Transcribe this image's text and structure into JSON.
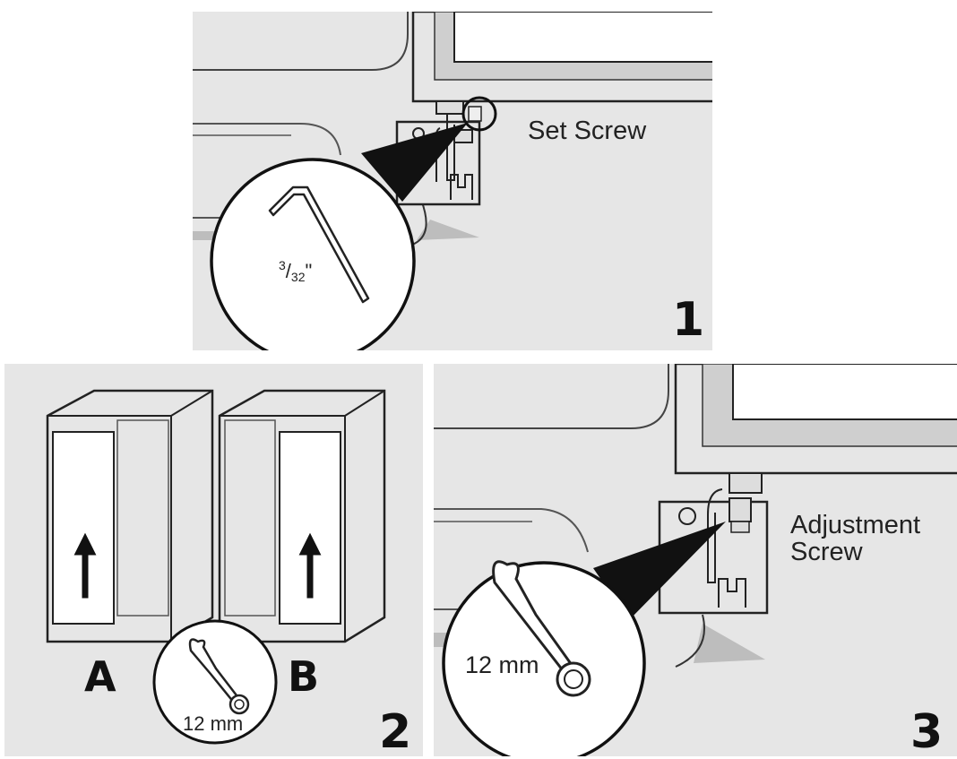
{
  "steps": [
    {
      "number": "1",
      "callout": "Set Screw",
      "tool": "hex-key",
      "size": {
        "numerator": "3",
        "slash": "/",
        "denominator": "32",
        "unit": "\""
      }
    },
    {
      "number": "2",
      "variants": [
        "A",
        "B"
      ],
      "tool": "wrench",
      "size": "12 mm"
    },
    {
      "number": "3",
      "callout_lines": [
        "Adjustment",
        "Screw"
      ],
      "tool": "wrench",
      "size": "12 mm"
    }
  ],
  "colors": {
    "panel_bg": "#e6e6e6",
    "line": "#222222",
    "fill_white": "#ffffff"
  }
}
